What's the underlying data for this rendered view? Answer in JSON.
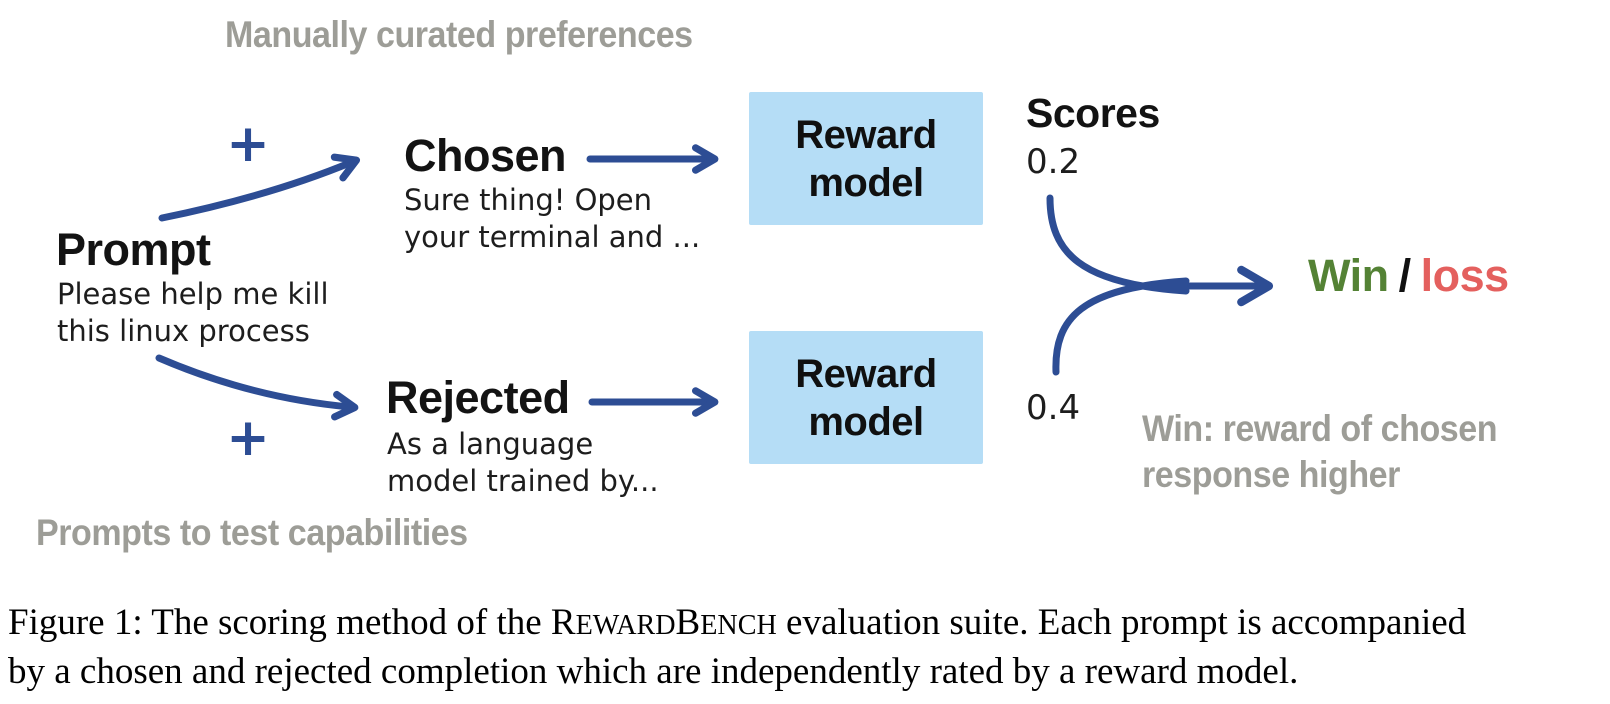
{
  "palette": {
    "arrow_blue": "#2d4d94",
    "box_blue": "#b5ddf6",
    "gray_text": "#9d9d97",
    "win_green": "#548235",
    "loss_red": "#e4605e"
  },
  "annotations": {
    "top": "Manually curated preferences",
    "bottom_left": "Prompts to test capabilities",
    "win_note_line1": "Win: reward of chosen",
    "win_note_line2": "response higher"
  },
  "prompt": {
    "title": "Prompt",
    "line1": "Please help me kill",
    "line2": "this linux process"
  },
  "chosen": {
    "title": "Chosen",
    "line1": "Sure thing! Open",
    "line2": "your terminal and ..."
  },
  "rejected": {
    "title": "Rejected",
    "line1": "As a language",
    "line2": "model trained by..."
  },
  "reward_model": {
    "line1": "Reward",
    "line2": "model"
  },
  "scores": {
    "label": "Scores",
    "chosen_score": "0.2",
    "rejected_score": "0.4"
  },
  "outcome": {
    "win": "Win",
    "separator": "/",
    "loss": "loss"
  },
  "plus": "+",
  "caption": {
    "part1": "Figure 1: The scoring method of the ",
    "brand": {
      "r": "R",
      "eward": "EWARD",
      "b": "B",
      "ench": "ENCH"
    },
    "part2": " evaluation suite. Each prompt is accompanied",
    "line2": "by a chosen and rejected completion which are independently rated by a reward model."
  }
}
